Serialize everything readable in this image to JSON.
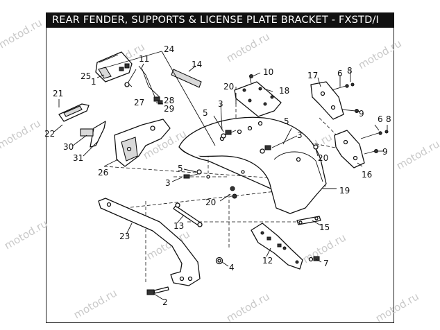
{
  "title": "REAR FENDER, SUPPORTS & LICENSE PLATE BRACKET - FXSTD/I",
  "watermark": "motod.ru",
  "colors": {
    "title_bg": "#111111",
    "title_fg": "#ffffff",
    "line": "#111111",
    "watermark": "#c9c9c9"
  },
  "callouts": [
    {
      "id": "c1",
      "label": "1"
    },
    {
      "id": "c2",
      "label": "2"
    },
    {
      "id": "c3a",
      "label": "3"
    },
    {
      "id": "c3b",
      "label": "3"
    },
    {
      "id": "c3c",
      "label": "3"
    },
    {
      "id": "c4",
      "label": "4"
    },
    {
      "id": "c5a",
      "label": "5"
    },
    {
      "id": "c5b",
      "label": "5"
    },
    {
      "id": "c5c",
      "label": "5"
    },
    {
      "id": "c6a",
      "label": "6"
    },
    {
      "id": "c6b",
      "label": "6"
    },
    {
      "id": "c7",
      "label": "7"
    },
    {
      "id": "c8a",
      "label": "8"
    },
    {
      "id": "c8b",
      "label": "8"
    },
    {
      "id": "c9a",
      "label": "9"
    },
    {
      "id": "c9b",
      "label": "9"
    },
    {
      "id": "c10",
      "label": "10"
    },
    {
      "id": "c11",
      "label": "11"
    },
    {
      "id": "c12",
      "label": "12"
    },
    {
      "id": "c13",
      "label": "13"
    },
    {
      "id": "c14",
      "label": "14"
    },
    {
      "id": "c15",
      "label": "15"
    },
    {
      "id": "c16",
      "label": "16"
    },
    {
      "id": "c17",
      "label": "17"
    },
    {
      "id": "c18",
      "label": "18"
    },
    {
      "id": "c19",
      "label": "19"
    },
    {
      "id": "c20a",
      "label": "20"
    },
    {
      "id": "c20b",
      "label": "20"
    },
    {
      "id": "c20c",
      "label": "20"
    },
    {
      "id": "c21",
      "label": "21"
    },
    {
      "id": "c22",
      "label": "22"
    },
    {
      "id": "c23",
      "label": "23"
    },
    {
      "id": "c24",
      "label": "24"
    },
    {
      "id": "c25",
      "label": "25"
    },
    {
      "id": "c26",
      "label": "26"
    },
    {
      "id": "c27",
      "label": "27"
    },
    {
      "id": "c28",
      "label": "28"
    },
    {
      "id": "c29",
      "label": "29"
    },
    {
      "id": "c30",
      "label": "30"
    },
    {
      "id": "c31",
      "label": "31"
    }
  ]
}
